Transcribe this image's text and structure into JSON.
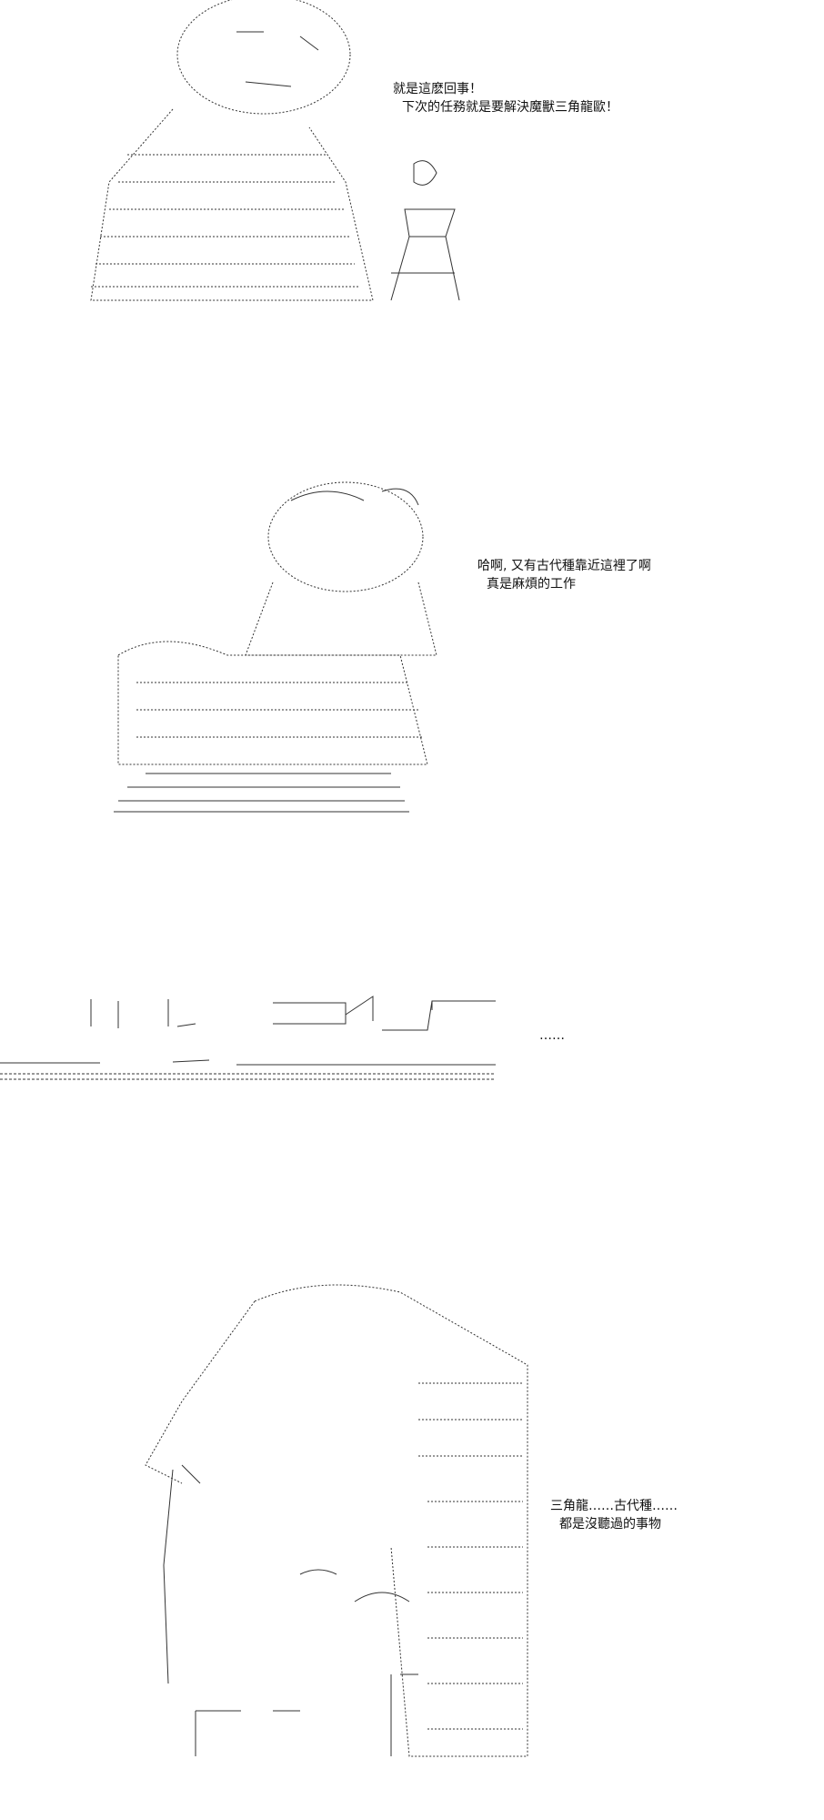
{
  "panels": [
    {
      "dialog": [
        "就是這麽回事！",
        "下次的任務就是要解決魔獸三角龍歐！"
      ]
    },
    {
      "dialog": [
        "哈啊, 又有古代種靠近這裡了啊",
        "真是麻煩的工作"
      ]
    },
    {
      "dialog": [
        "……"
      ]
    },
    {
      "dialog": [
        "三角龍……古代種……",
        "都是沒聽過的事物"
      ]
    }
  ],
  "colors": {
    "ink": "#333333",
    "text": "#111111",
    "background": "#ffffff"
  }
}
